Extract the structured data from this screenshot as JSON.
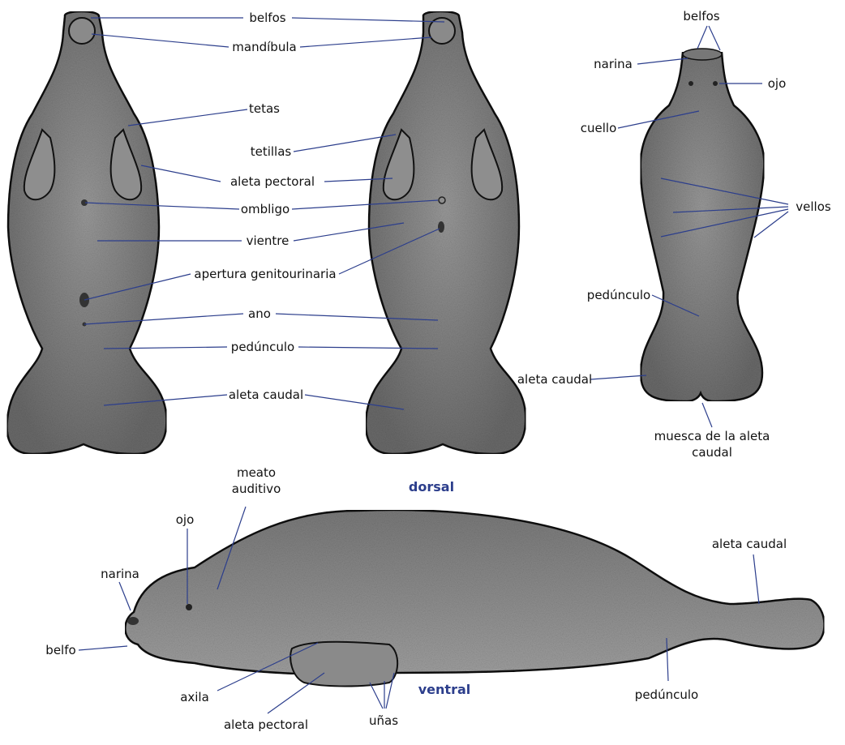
{
  "colors": {
    "label_text": "#111111",
    "leader_line": "#2c3e8c",
    "view_label": "#2c3e8c",
    "skin_light": "#8f8f8f",
    "skin_dark": "#5e5e5e",
    "outline": "#111111"
  },
  "views": {
    "dorsal": "dorsal",
    "ventral": "ventral"
  },
  "labels": {
    "belfos_top": "belfos",
    "mandibula": "mandíbula",
    "tetas": "tetas",
    "tetillas": "tetillas",
    "aleta_pectoral_mid": "aleta pectoral",
    "ombligo": "ombligo",
    "vientre": "vientre",
    "apertura": "apertura genitourinaria",
    "ano": "ano",
    "pedunculo_mid": "pedúnculo",
    "aleta_caudal_mid": "aleta caudal",
    "belfos_right": "belfos",
    "narina_right": "narina",
    "ojo_right": "ojo",
    "cuello": "cuello",
    "vellos": "vellos",
    "pedunculo_right": "pedúnculo",
    "aleta_caudal_right": "aleta caudal",
    "muesca_line1": "muesca de la aleta",
    "muesca_line2": "caudal",
    "meato_line1": "meato",
    "meato_line2": "auditivo",
    "ojo_side": "ojo",
    "narina_side": "narina",
    "belfo_side": "belfo",
    "axila": "axila",
    "aleta_pectoral_side": "aleta pectoral",
    "unas": "uñas",
    "pedunculo_side": "pedúnculo",
    "aleta_caudal_side": "aleta caudal"
  }
}
